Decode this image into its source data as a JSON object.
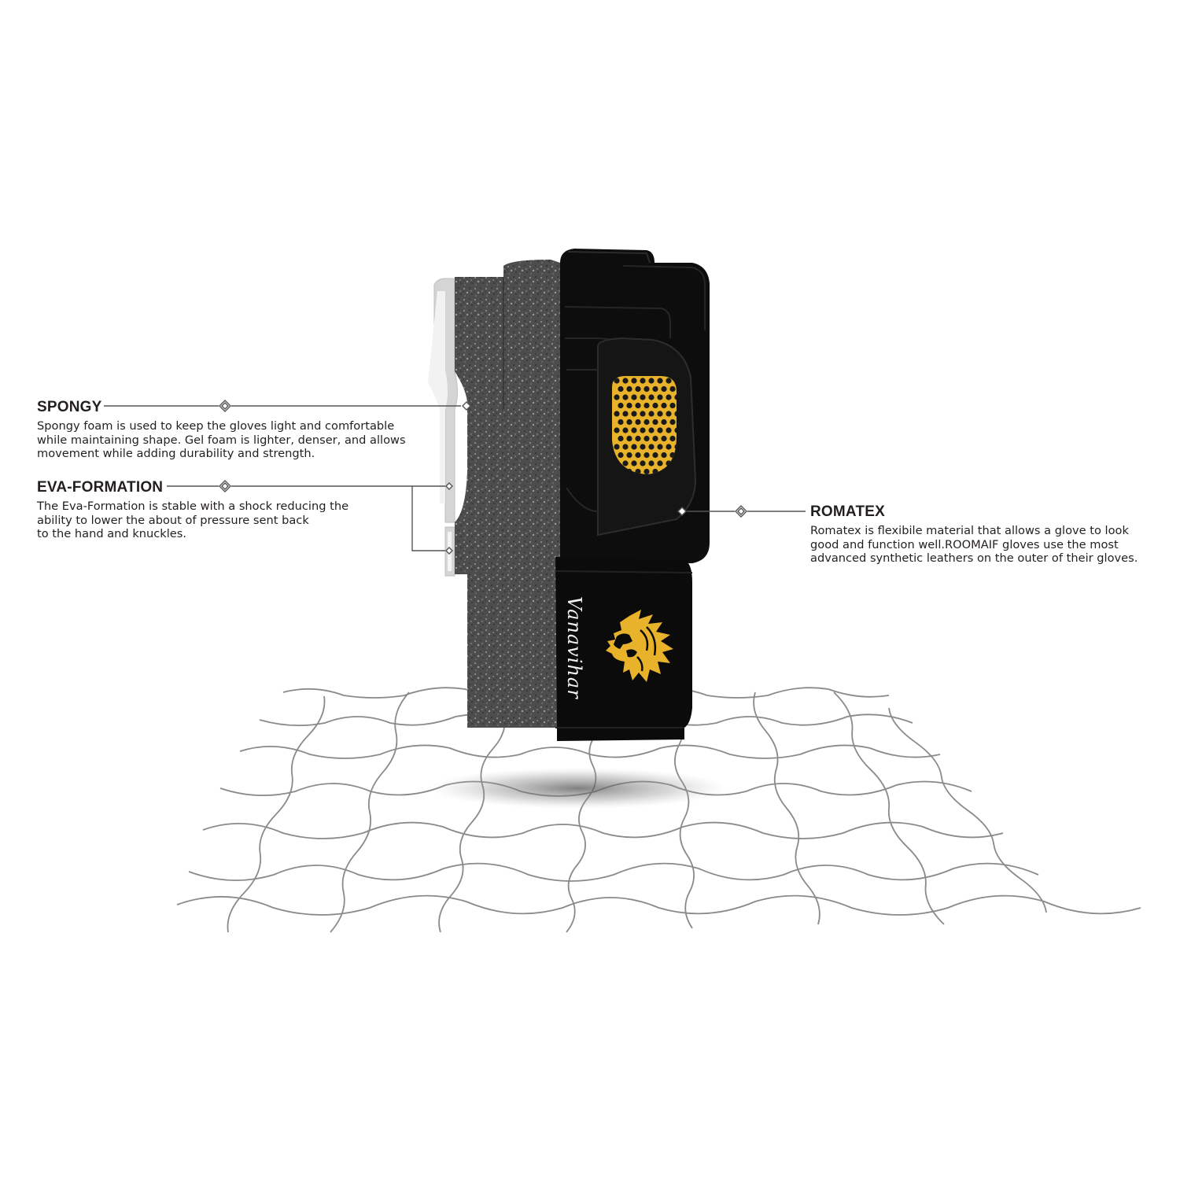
{
  "callouts": {
    "spongy": {
      "title": "SPONGY",
      "text": "Spongy foam is used to keep the gloves light and comfortable\nwhile maintaining shape. Gel foam is lighter, denser, and allows\nmovement while adding durability and strength."
    },
    "eva": {
      "title": "EVA-FORMATION",
      "text": "The Eva-Formation is stable with a shock reducing the\nability to lower the about of pressure sent back\nto the hand and knuckles."
    },
    "romatex": {
      "title": "ROMATEX",
      "text": "Romatex is flexibile material that allows a glove to look\ngood and function well.ROOMAIF gloves use the most\nadvanced synthetic leathers on the outer of their gloves."
    }
  },
  "product": {
    "strap_script": "Vanavihar",
    "logo": "lion-head-logo",
    "colors": {
      "glove": "#0d0d0d",
      "accent": "#e8b32a",
      "foam": "#5a5a5a",
      "layer": "#d9d9d9"
    }
  }
}
